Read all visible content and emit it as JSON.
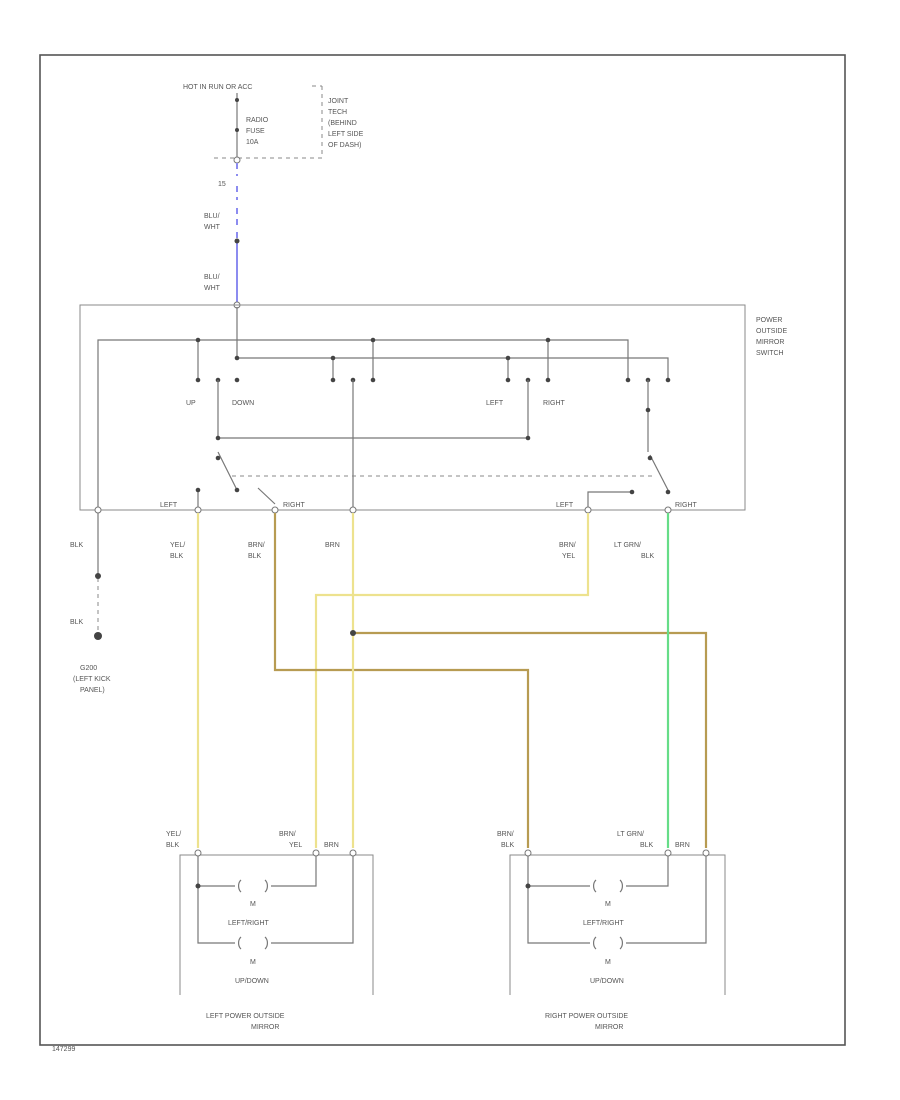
{
  "labels": {
    "power_source": "HOT IN RUN OR ACC",
    "radio_fuse_1": "RADIO",
    "radio_fuse_2": "FUSE",
    "radio_fuse_3": "10A",
    "joint_1": "JOINT",
    "joint_2": "TECH",
    "joint_3": "(BEHIND",
    "joint_4": "LEFT SIDE",
    "joint_5": "OF DASH)",
    "wire_num": "15",
    "blu_wht_1a": "BLU/",
    "blu_wht_1b": "WHT",
    "blu_wht_2a": "BLU/",
    "blu_wht_2b": "WHT",
    "switch_1": "POWER",
    "switch_2": "OUTSIDE",
    "switch_3": "MIRROR",
    "switch_4": "SWITCH",
    "up": "UP",
    "down": "DOWN",
    "left": "LEFT",
    "right": "RIGHT",
    "sel_left_1": "LEFT",
    "sel_right_1": "RIGHT",
    "sel_left_2": "LEFT",
    "sel_right_2": "RIGHT",
    "blk_1": "BLK",
    "blk_2": "BLK",
    "w1_a": "YEL/",
    "w1_b": "BLK",
    "w2_a": "BRN/",
    "w2_b": "BLK",
    "w3": "BRN",
    "w4_a": "BRN/",
    "w4_b": "YEL",
    "w5_a": "LT GRN/",
    "w5_b": "BLK",
    "ground_1": "G200",
    "ground_2": "(LEFT KICK",
    "ground_3": "PANEL)",
    "lm_yel_blk_a": "YEL/",
    "lm_yel_blk_b": "BLK",
    "lm_brn_a": "BRN/",
    "lm_brn_yel": "YEL",
    "lm_brn": "BRN",
    "rm_brn_a": "BRN/",
    "rm_brn_b": "BLK",
    "rm_lgrn_a": "LT GRN/",
    "rm_lgrn_b": "BLK",
    "rm_brn": "BRN",
    "motor": "M",
    "left_right": "LEFT/RIGHT",
    "up_down": "UP/DOWN",
    "left_mirror_1": "LEFT POWER OUTSIDE",
    "left_mirror_2": "MIRROR",
    "right_mirror_1": "RIGHT POWER OUTSIDE",
    "right_mirror_2": "MIRROR",
    "figure_id": "147299"
  }
}
